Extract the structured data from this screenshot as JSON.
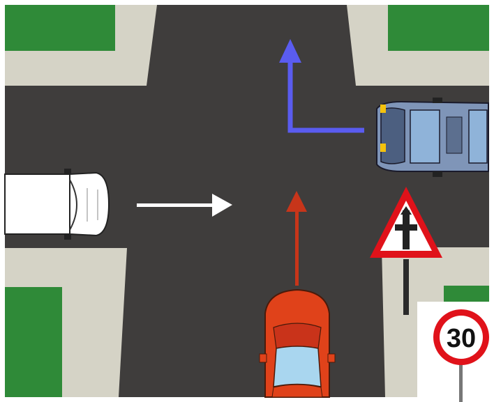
{
  "scene": {
    "description_label": "",
    "colors": {
      "frame": "#ffffff",
      "grass": "#2f8a38",
      "pavement": "#d5d3c6",
      "road": "#3f3d3c",
      "arrow_blue": "#5a5cf0",
      "arrow_white": "#ffffff",
      "arrow_red": "#c7351a",
      "car_red": "#e0421a",
      "car_white": "#ffffff",
      "car_blue": "#7f95b8",
      "sign_red": "#e0121a"
    }
  },
  "speed_limit_sign": {
    "value": "30"
  },
  "priority_sign": {
    "icon": "crossroads-priority-icon"
  },
  "vehicles": [
    {
      "name": "red-car",
      "heading": "north"
    },
    {
      "name": "white-van",
      "heading": "east"
    },
    {
      "name": "blue-suv",
      "heading": "west"
    }
  ]
}
